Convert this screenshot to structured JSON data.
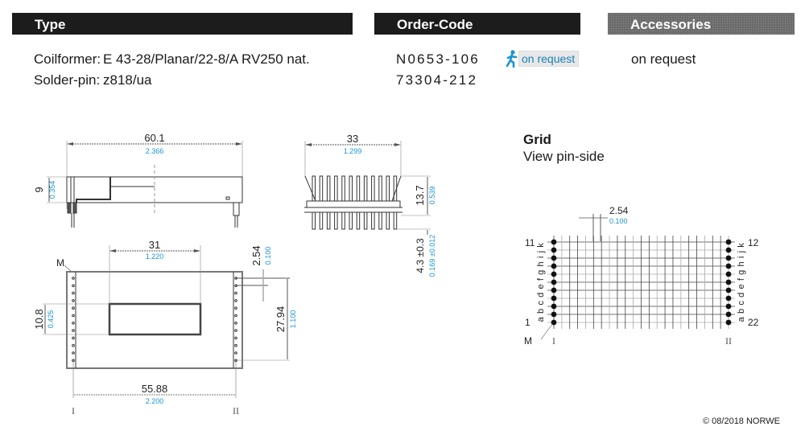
{
  "headers": {
    "type": "Type",
    "order_code": "Order-Code",
    "accessories": "Accessories"
  },
  "type_info": {
    "coilformer_label": "Coilformer:",
    "coilformer_value": "E 43-28/Planar/22-8/A RV250 nat.",
    "solderpin_label": "Solder-pin:",
    "solderpin_value": "z818/ua"
  },
  "order_codes": [
    "N0653-106",
    "73304-212"
  ],
  "availability_badge": {
    "icon": "running-person-icon",
    "label": "on request"
  },
  "accessories_value": "on request",
  "grid": {
    "title": "Grid",
    "subtitle": "View pin-side",
    "pitch_mm": "2.54",
    "pitch_in": "0.100",
    "left_top_pin": "11",
    "left_bottom_pin": "1",
    "right_top_pin": "12",
    "right_bottom_pin": "22",
    "row_letters": "a b c d e f g h i j k",
    "marker": "M",
    "left_side_label": "I",
    "right_side_label": "II"
  },
  "side_view": {
    "width_mm": "60.1",
    "width_in": "2.366",
    "height_mm": "9",
    "height_in": "0.354"
  },
  "end_view": {
    "width_mm": "33",
    "width_in": "1.299",
    "height_mm": "13.7",
    "height_in": "0.539",
    "pin_mm": "4.3 ±0.3",
    "pin_in": "0.169 ±0.012"
  },
  "top_view": {
    "window_mm": "31",
    "window_in": "1.220",
    "pitch_mm": "2.54",
    "pitch_in": "0.100",
    "window_h_mm": "10.8",
    "window_h_in": "0.425",
    "row_span_mm": "27.94",
    "row_span_in": "1.100",
    "pin_span_mm": "55.88",
    "pin_span_in": "2.200",
    "marker": "M",
    "left_side_label": "I",
    "right_side_label": "II"
  },
  "copyright": "© 08/2018 NORWE",
  "colors": {
    "header": "#1c1c1c",
    "accessories_header": "#6c6c6c",
    "inch_dim": "#1a94d4",
    "badge_text": "#1a7fb8"
  }
}
